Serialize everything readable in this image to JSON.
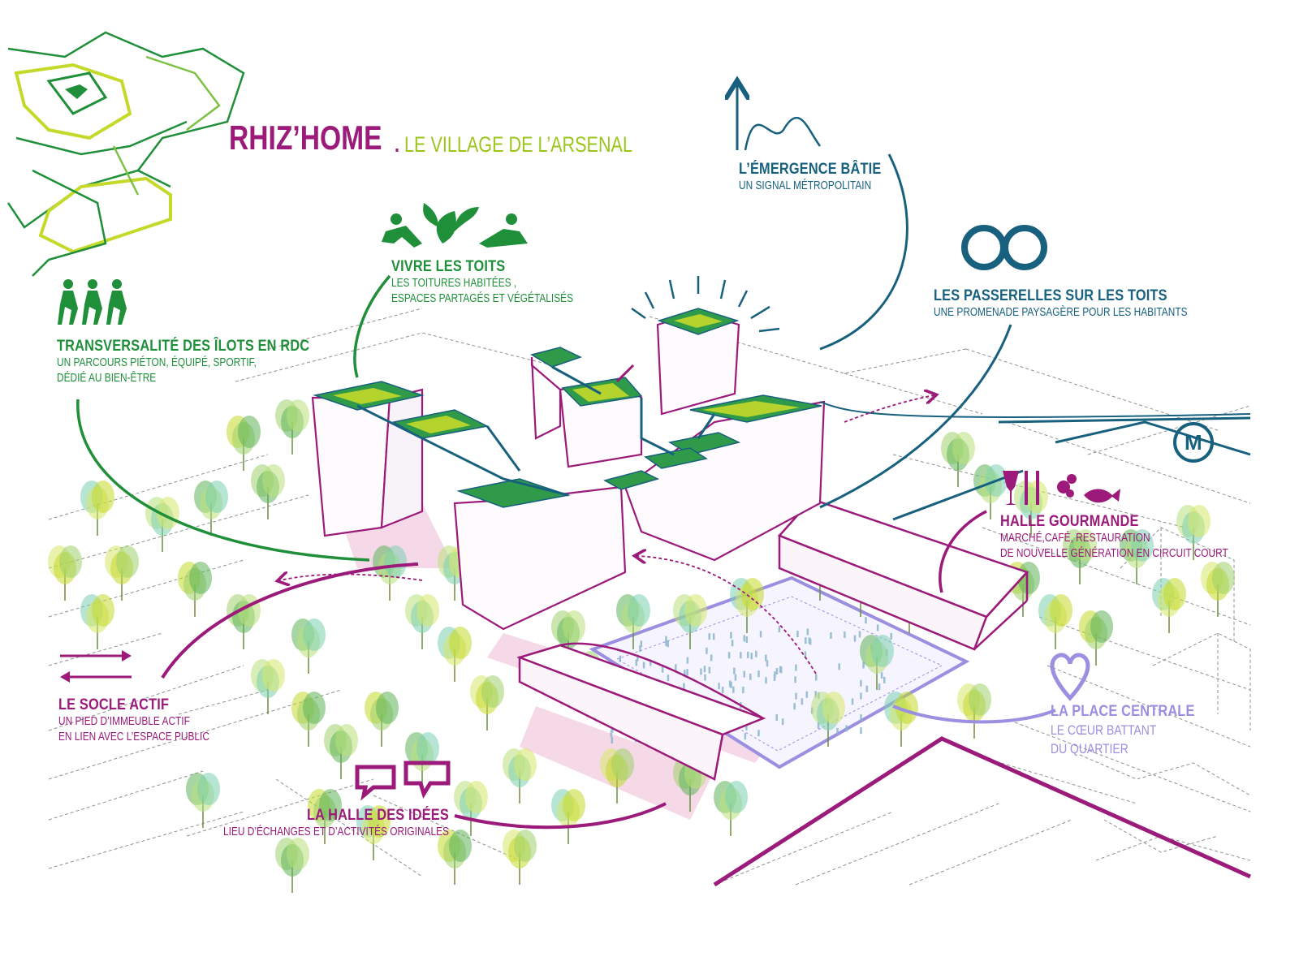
{
  "title": {
    "main": "RHIZ’HOME",
    "separator": ".",
    "subtitle": "LE VILLAGE DE L’ARSENAL"
  },
  "annotations": {
    "emergence": {
      "heading": "L’ÉMERGENCE BÂTIE",
      "subtitle": "UN SIGNAL MÉTROPOLITAIN"
    },
    "vivre_toits": {
      "heading": "VIVRE LES TOITS",
      "lines": [
        "LES TOITURES HABITÉES ,",
        "ESPACES PARTAGÉS ET VÉGÉTALISÉS"
      ]
    },
    "passerelles": {
      "heading": "LES PASSERELLES SUR LES TOITS",
      "subtitle": "UNE PROMENADE PAYSAGÈRE POUR LES HABITANTS"
    },
    "transversalite": {
      "heading": "TRANSVERSALITÉ DES ÎLOTS EN RDC",
      "lines": [
        "UN PARCOURS PIÉTON, ÉQUIPÉ, SPORTIF,",
        "DÉDIÉ AU BIEN-ÊTRE"
      ]
    },
    "halle_gourmande": {
      "heading": "HALLE GOURMANDE",
      "lines": [
        "MARCHÉ,CAFÉ, RESTAURATION",
        "DE NOUVELLE GÉNÉRATION  EN CIRCUIT COURT"
      ]
    },
    "socle_actif": {
      "heading": "LE SOCLE ACTIF",
      "lines": [
        "UN PIED D’IMMEUBLE ACTIF",
        "EN LIEN AVEC L’ESPACE PUBLIC"
      ]
    },
    "place_centrale": {
      "heading": "LA PLACE CENTRALE",
      "lines": [
        "LE CŒUR BATTANT",
        "DU QUARTIER"
      ]
    },
    "halle_idees": {
      "heading": "LA HALLE DES IDÉES",
      "subtitle": "LIEU D’ÉCHANGES ET D’ACTIVITÉS ORIGINALES"
    }
  },
  "metro_sign": "M",
  "icons": [
    "runners-icon",
    "relaxing-people-icon",
    "leaf-icon",
    "rings-icon",
    "metro-icon",
    "food-icon",
    "double-arrow-icon",
    "speech-bubbles-icon",
    "heart-icon",
    "signal-icon",
    "green-diamond-icon"
  ],
  "colors": {
    "purple": "#9b1a7a",
    "green": "#1f8f3a",
    "lime": "#c4d92a",
    "blue": "#17607e",
    "lavender": "#9a8fe0",
    "pink": "#f2c9de"
  }
}
